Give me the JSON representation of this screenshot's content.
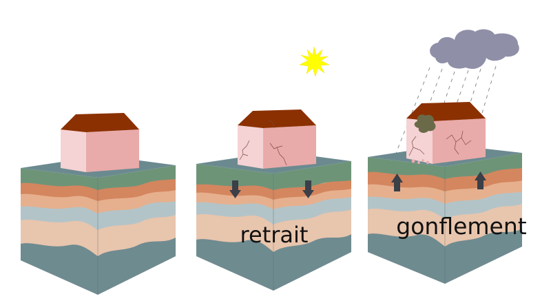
{
  "panels": [
    {
      "id": "initial",
      "label": ""
    },
    {
      "id": "shrinkage",
      "label": "retrait"
    },
    {
      "id": "swelling",
      "label": "gonflement"
    }
  ],
  "colors": {
    "grass": "#6e9478",
    "soil_top": "#6b8a90",
    "orange_dark": "#d4865e",
    "orange_light": "#e6b08e",
    "blue_grey": "#b3c4c8",
    "peach": "#e8c5ad",
    "teal": "#6e8b90",
    "bedrock": "#ac9d92",
    "house_front": "#f5d2d4",
    "house_side": "#e9aaaa",
    "roof": "#8b3000",
    "arrow": "#3a3f48",
    "sun": "#ffff00",
    "cloud": "#8f8fa8",
    "mud": "#6b6a48"
  },
  "icons": [
    "sun-icon",
    "cloud-icon",
    "down-arrow-icon",
    "up-arrow-icon"
  ]
}
